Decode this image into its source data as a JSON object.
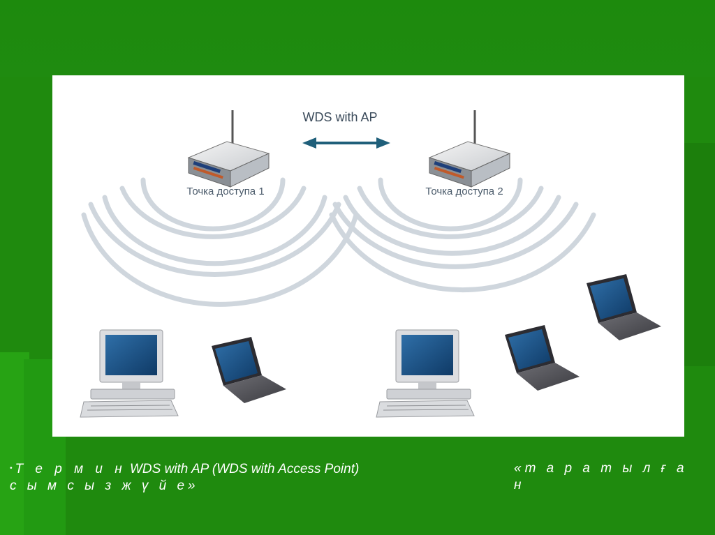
{
  "diagram": {
    "title": "WDS with AP",
    "access_point_1_label": "Точка доступа 1",
    "access_point_2_label": "Точка доступа 2"
  },
  "caption": {
    "term_word": "Т е р м и н",
    "term_name": "WDS with AP (WDS with Access Point)",
    "quoted_part1": "«т а р а т ы л ғ а н",
    "quoted_part2": "с ы м с ы з  ж ү й е»"
  },
  "colors": {
    "background": "#1f8a0e",
    "panel": "#ffffff",
    "arrow": "#1f5f7a",
    "caption_text": "#ffffff"
  }
}
